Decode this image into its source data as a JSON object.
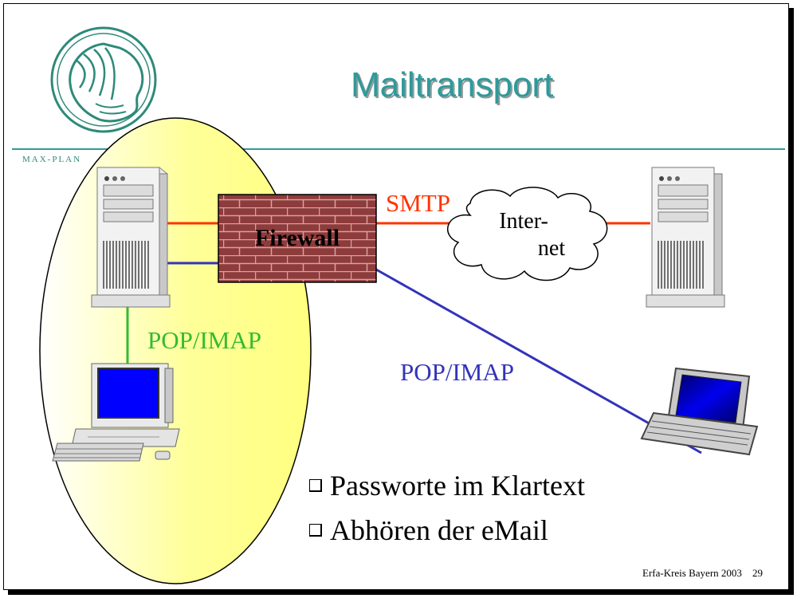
{
  "slide": {
    "title": "Mailtransport",
    "logo_text": "MAX-PLAN",
    "footer_event": "Erfa-Kreis Bayern  2003",
    "page_number": "29"
  },
  "diagram": {
    "firewall_label": "Firewall",
    "cloud_line1": "Inter-",
    "cloud_line2": "net",
    "smtp_label": "SMTP",
    "pop_imap_internal": "POP/IMAP",
    "pop_imap_external": "POP/IMAP"
  },
  "bullets": [
    "Passworte im Klartext",
    "Abhören der eMail"
  ],
  "colors": {
    "title": "#2e9a9a",
    "smtp": "#ff3300",
    "external_link": "#3333bb",
    "internal_link": "#33bb33",
    "firewall": "#8b3a3a",
    "ellipse": "#ffff99"
  }
}
